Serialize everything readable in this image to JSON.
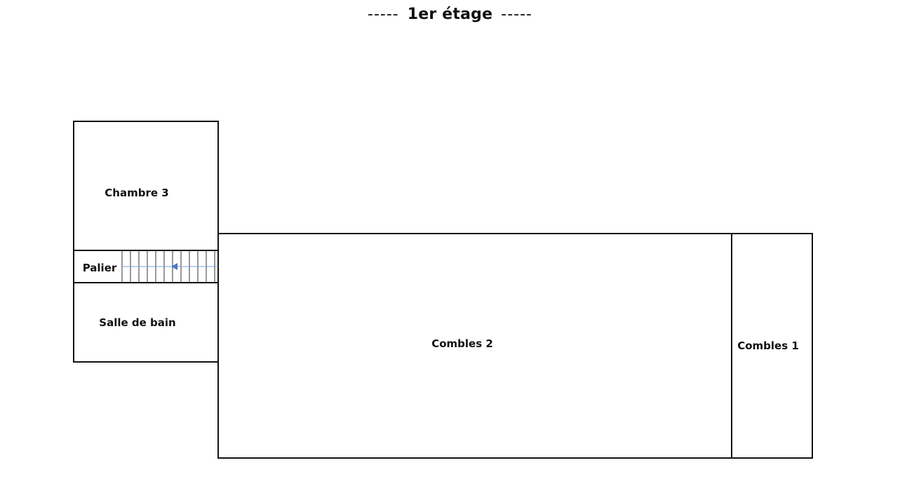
{
  "title": {
    "dash_left": "-----",
    "text": "1er étage",
    "dash_right": "-----"
  },
  "rooms": {
    "chambre_3": "Chambre 3",
    "palier": "Palier",
    "salle_de_bain": "Salle de bain",
    "combles_2": "Combles 2",
    "combles_1": "Combles 1"
  },
  "colors": {
    "wall": "#111111",
    "stair_line": "#333333",
    "arrow": "#4a78c8"
  }
}
